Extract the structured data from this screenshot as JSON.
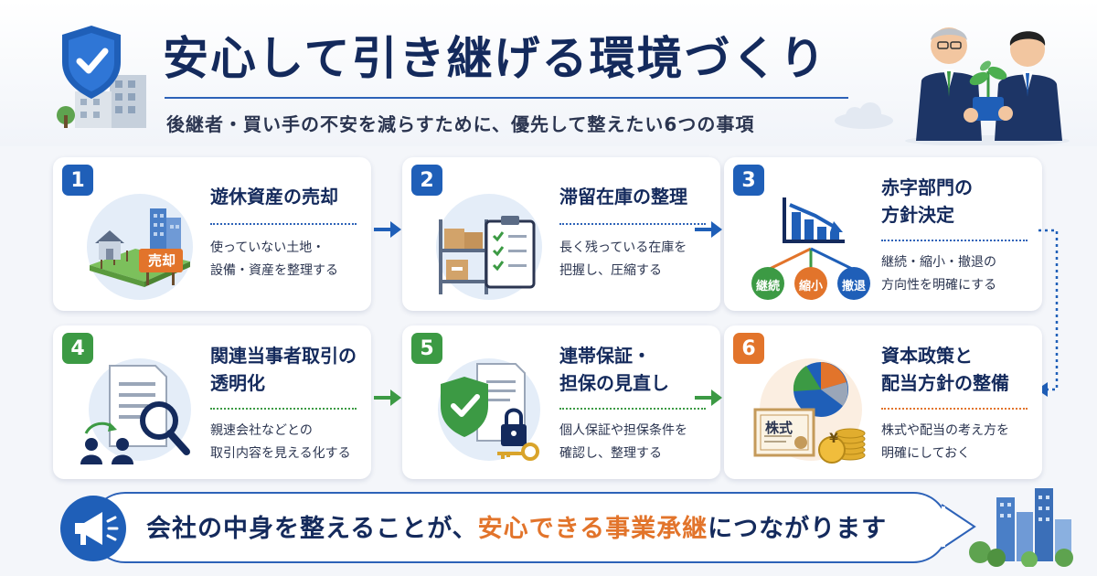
{
  "header": {
    "title": "安心して引き継げる環境づくり",
    "subtitle": "後継者・買い手の不安を減らすために、優先して整えたい6つの事項"
  },
  "cards": [
    {
      "number": "1",
      "title_lines": [
        "遊休資産の売却"
      ],
      "desc_lines": [
        "使っていない土地・",
        "設備・資産を整理する"
      ],
      "badge": "売却"
    },
    {
      "number": "2",
      "title_lines": [
        "滞留在庫の整理"
      ],
      "desc_lines": [
        "長く残っている在庫を",
        "把握し、圧縮する"
      ]
    },
    {
      "number": "3",
      "title_lines": [
        "赤字部門の",
        "方針決定"
      ],
      "desc_lines": [
        "継続・縮小・撤退の",
        "方向性を明確にする"
      ],
      "options": [
        "継続",
        "縮小",
        "撤退"
      ]
    },
    {
      "number": "4",
      "title_lines": [
        "関連当事者取引の",
        "透明化"
      ],
      "desc_lines": [
        "親速会社などとの",
        "取引内容を見える化する"
      ]
    },
    {
      "number": "5",
      "title_lines": [
        "連帯保証・",
        "担保の見直し"
      ],
      "desc_lines": [
        "個人保証や担保条件を",
        "確認し、整理する"
      ]
    },
    {
      "number": "6",
      "title_lines": [
        "資本政策と",
        "配当方針の整備"
      ],
      "desc_lines": [
        "株式や配当の考え方を",
        "明確にしておく"
      ],
      "certificate_label": "株式",
      "coin_symbol": "¥"
    }
  ],
  "banner": {
    "text_before": "会社の中身を整えることが、",
    "text_highlight": "安心できる事業承継",
    "text_after": "につながります"
  },
  "colors": {
    "navy": "#142a5c",
    "blue": "#1f5fb8",
    "green": "#3c9a44",
    "orange": "#e2742b"
  },
  "icons": [
    "shield-check-icon",
    "handshake-plant-icon",
    "megaphone-icon",
    "city-icon",
    "arrow-right-icon"
  ]
}
